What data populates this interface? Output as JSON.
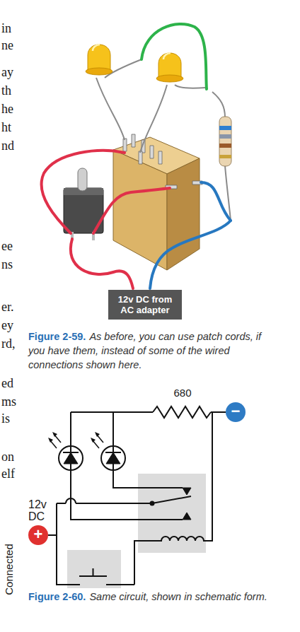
{
  "diagram": {
    "nodes": [
      {
        "text": [
          "12v DC from AC adapter"
        ]
      },
      {
        "text": [
          "−"
        ]
      },
      {
        "text": [
          "+"
        ]
      }
    ],
    "labels": [
      "in",
      "ne",
      "ay",
      "th",
      "he",
      "ht",
      "nd",
      "ee",
      "ns",
      "er.",
      "ey",
      "rd,",
      "ed",
      "ms",
      "is",
      "on",
      "elf",
      "Figure 2-59.",
      "As before, you can use patch cords, if you have them, instead of some of the wired connections shown here.",
      "680",
      "12v DC",
      "Figure 2-60.",
      "Same circuit, shown in schematic form.",
      "Connected"
    ]
  }
}
